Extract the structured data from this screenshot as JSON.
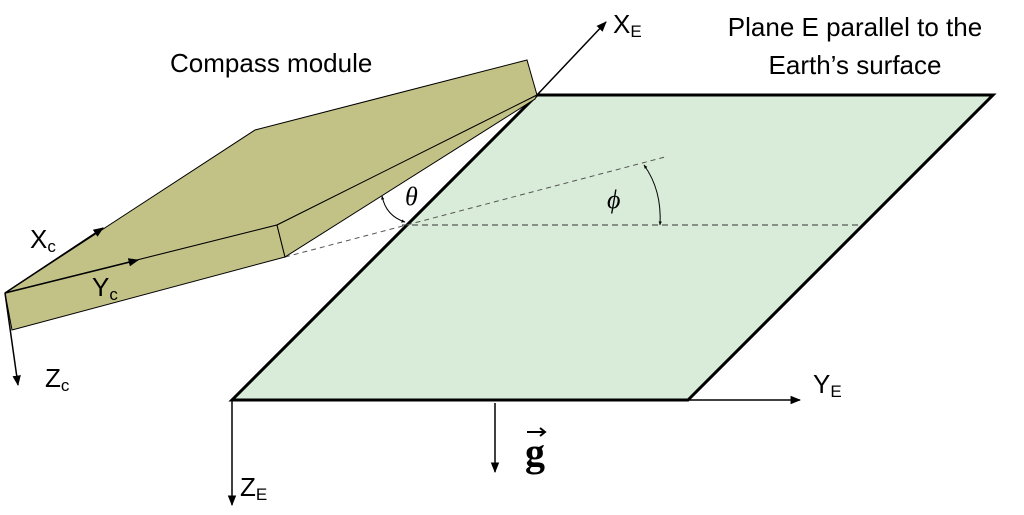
{
  "title": "Compass module",
  "plane_label": [
    "Plane E parallel to the",
    "Earth’s surface"
  ],
  "axes": {
    "xc": {
      "main": "X",
      "sub": "c"
    },
    "yc": {
      "main": "Y",
      "sub": "c"
    },
    "zc": {
      "main": "Z",
      "sub": "c"
    },
    "xe": {
      "main": "X",
      "sub": "E"
    },
    "ye": {
      "main": "Y",
      "sub": "E"
    },
    "ze": {
      "main": "Z",
      "sub": "E"
    }
  },
  "angles": {
    "pitch": "θ",
    "roll": "ϕ"
  },
  "gravity": "g",
  "colors": {
    "module": "#c2c186",
    "plane": "#d8ecd9"
  }
}
